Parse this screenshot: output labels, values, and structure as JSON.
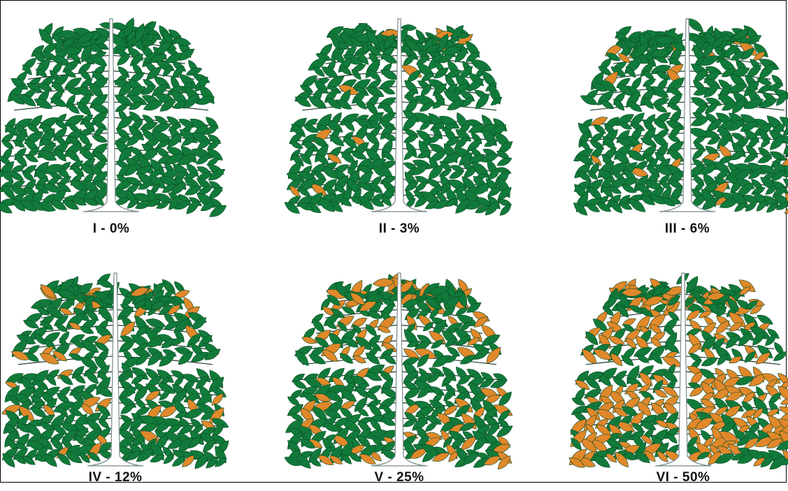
{
  "figure": {
    "panels": [
      {
        "label": "I - 0%",
        "severity_percent": 0
      },
      {
        "label": "II - 3%",
        "severity_percent": 3
      },
      {
        "label": "III - 6%",
        "severity_percent": 6
      },
      {
        "label": "IV - 12%",
        "severity_percent": 12
      },
      {
        "label": "V - 25%",
        "severity_percent": 25
      },
      {
        "label": "VI - 50%",
        "severity_percent": 50
      }
    ],
    "colors": {
      "healthy_leaf": "#117a3a",
      "diseased_leaf": "#e0882a",
      "stem": "#ffffff",
      "stem_outline": "#7a8a8a",
      "leaf_outline": "#0a4a22"
    }
  }
}
